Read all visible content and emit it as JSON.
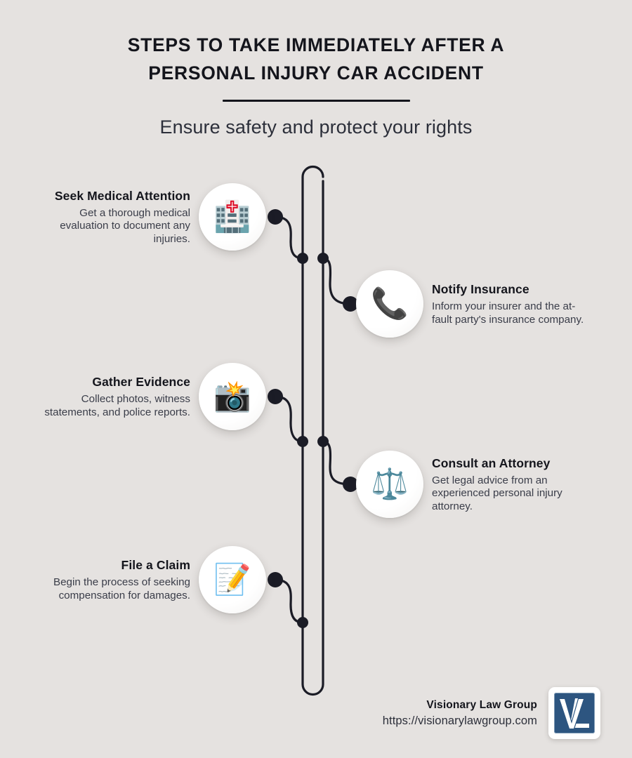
{
  "header": {
    "title_line1": "STEPS TO TAKE IMMEDIATELY AFTER A",
    "title_line2": "PERSONAL INJURY CAR ACCIDENT",
    "subtitle": "Ensure safety and protect your rights"
  },
  "steps": [
    {
      "title": "Seek Medical Attention",
      "desc": "Get a thorough medical evaluation to document any injuries.",
      "icon": "hospital-icon",
      "glyph": "🏥",
      "side": "left"
    },
    {
      "title": "Notify Insurance",
      "desc": "Inform your insurer and the at-fault party's insurance company.",
      "icon": "telephone-receiver-icon",
      "glyph": "📞",
      "side": "right"
    },
    {
      "title": "Gather Evidence",
      "desc": "Collect photos, witness statements, and police reports.",
      "icon": "camera-flash-icon",
      "glyph": "📸",
      "side": "left"
    },
    {
      "title": "Consult an Attorney",
      "desc": "Get legal advice from an experienced personal injury attorney.",
      "icon": "balance-scale-icon",
      "glyph": "⚖️",
      "side": "right"
    },
    {
      "title": "File a Claim",
      "desc": "Begin the process of seeking compensation for damages.",
      "icon": "memo-pencil-icon",
      "glyph": "📝",
      "side": "left"
    }
  ],
  "footer": {
    "brand_name": "Visionary Law Group",
    "brand_url": "https://visionarylawgroup.com",
    "logo_text": "VL"
  },
  "colors": {
    "background": "#e5e2e0",
    "ink": "#14151c",
    "body_text": "#3a3d49",
    "connector": "#1b1c26",
    "logo_blue": "#2d5580",
    "card": "#ffffff"
  }
}
